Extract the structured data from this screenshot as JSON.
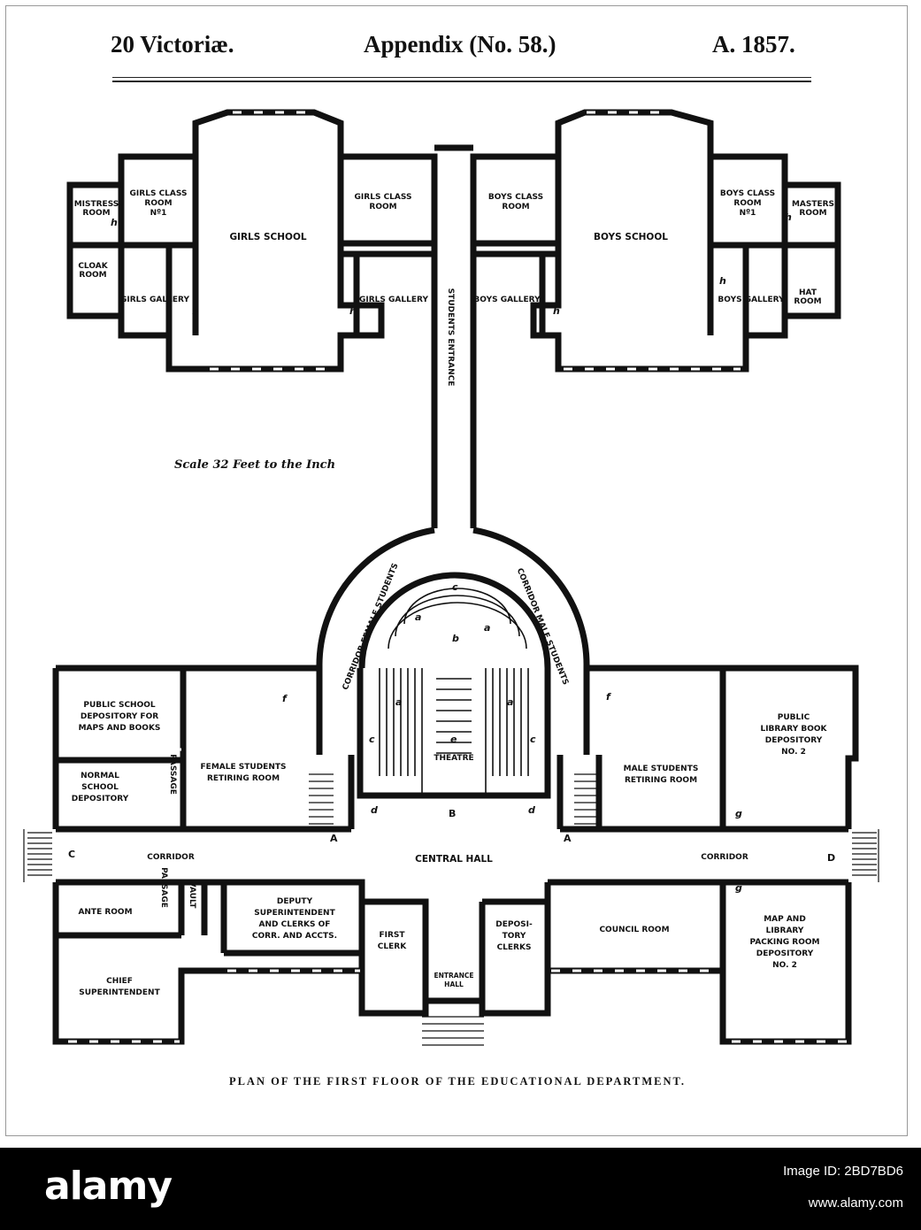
{
  "header": {
    "left": "20 Victoriæ.",
    "center": "Appendix (No. 58.)",
    "right": "A. 1857."
  },
  "scale_note": "Scale 32 Feet to the Inch",
  "caption": "PLAN OF THE FIRST FLOOR OF THE EDUCATIONAL DEPARTMENT.",
  "rooms": {
    "mistress_room": [
      "MISTRESS",
      "ROOM"
    ],
    "girls_class_1": [
      "GIRLS CLASS",
      "ROOM",
      "Nº1"
    ],
    "girls_class_2": [
      "GIRLS CLASS",
      "ROOM"
    ],
    "girls_school": "GIRLS SCHOOL",
    "cloak_room": [
      "CLOAK",
      "ROOM"
    ],
    "girls_gallery_1": "GIRLS GALLERY",
    "girls_gallery_2": "GIRLS GALLERY",
    "boys_class_2": [
      "BOYS CLASS",
      "ROOM"
    ],
    "boys_school": "BOYS SCHOOL",
    "boys_class_1": [
      "BOYS CLASS",
      "ROOM",
      "Nº1"
    ],
    "masters_room": [
      "MASTERS",
      "ROOM"
    ],
    "boys_gallery_2": "BOYS GALLERY",
    "boys_gallery_1": "BOYS GALLERY",
    "hat_room": [
      "HAT",
      "ROOM"
    ],
    "students_entrance": "STUDENTS ENTRANCE",
    "corridor_female": "CORRIDOR FEMALE STUDENTS",
    "corridor_male": "CORRIDOR MALE STUDENTS",
    "theatre": "THEATRE",
    "public_school_depository": [
      "PUBLIC SCHOOL",
      "DEPOSITORY FOR",
      "MAPS AND BOOKS"
    ],
    "normal_school_depository": [
      "NORMAL",
      "SCHOOL",
      "DEPOSITORY"
    ],
    "passage": "PASSAGE",
    "female_retiring": [
      "FEMALE STUDENTS",
      "RETIRING ROOM"
    ],
    "male_retiring": [
      "MALE STUDENTS",
      "RETIRING ROOM"
    ],
    "public_library_depository": [
      "PUBLIC",
      "LIBRARY BOOK",
      "DEPOSITORY",
      "NO. 2"
    ],
    "corridor": "CORRIDOR",
    "central_hall": "CENTRAL HALL",
    "ante_room": "ANTE ROOM",
    "vault": "VAULT",
    "deputy": [
      "DEPUTY",
      "SUPERINTENDENT",
      "AND CLERKS OF",
      "CORR. AND ACCTS."
    ],
    "first_clerk": [
      "FIRST",
      "CLERK"
    ],
    "depository_clerks": [
      "DEPOSI-",
      "TORY",
      "CLERKS"
    ],
    "entrance_hall": [
      "ENTRANCE",
      "HALL"
    ],
    "council_room": "COUNCIL ROOM",
    "map_library_packing": [
      "MAP AND",
      "LIBRARY",
      "PACKING ROOM",
      "DEPOSITORY",
      "NO. 2"
    ],
    "chief_superintendent": [
      "CHIEF",
      "SUPERINTENDENT"
    ]
  },
  "markers": {
    "h": "h",
    "a": "a",
    "b": "b",
    "c": "c",
    "d": "d",
    "e": "e",
    "f": "f",
    "g": "g",
    "A": "A",
    "B": "B",
    "C": "C",
    "D": "D"
  },
  "footer": {
    "brand": "alamy",
    "image_id": "Image ID: 2BD7BD6",
    "site": "www.alamy.com"
  }
}
